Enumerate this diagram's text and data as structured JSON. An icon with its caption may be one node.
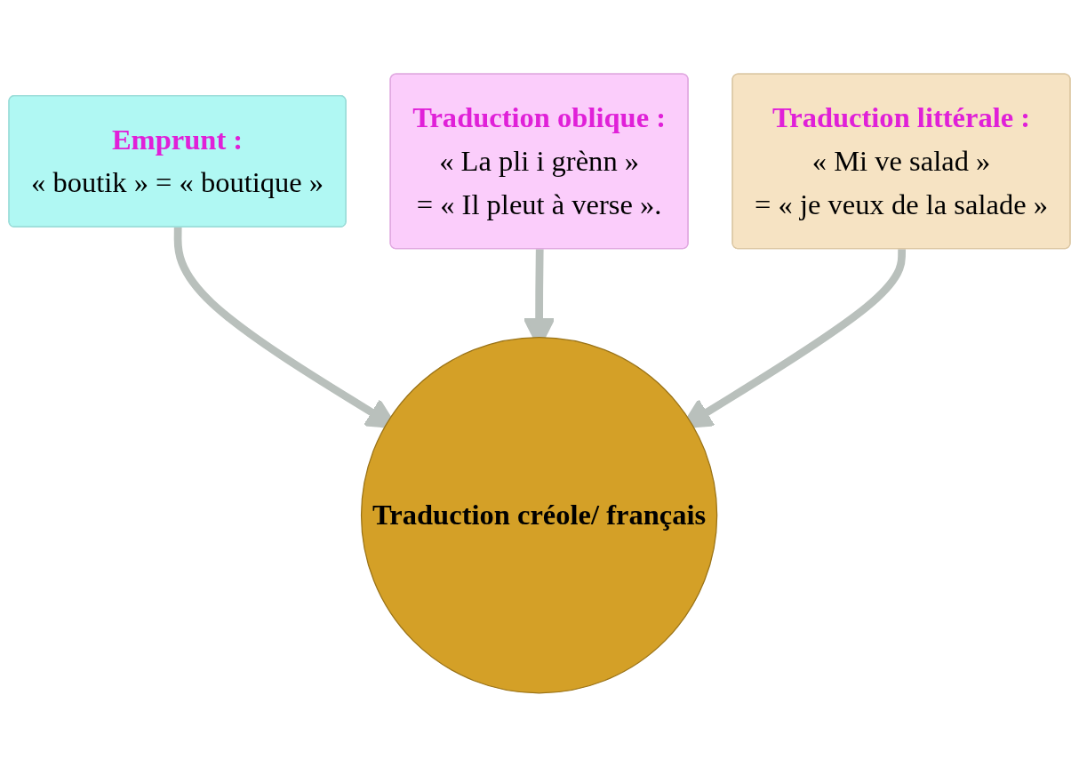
{
  "diagram": {
    "nodes": [
      {
        "text": [
          "Emprunt :",
          "« boutik » = « boutique »"
        ]
      },
      {
        "text": [
          "Traduction oblique :",
          "« La pli i grènn »",
          "= « Il pleut à verse »."
        ]
      },
      {
        "text": [
          "Traduction littérale :",
          "« Mi ve salad »",
          "= « je veux de la salade »"
        ]
      },
      {
        "text": [
          "Traduction créole/ français"
        ]
      }
    ],
    "edges": [
      {
        "from": 0,
        "to": 3,
        "arrow": "to"
      },
      {
        "from": 1,
        "to": 3,
        "arrow": "to"
      },
      {
        "from": 2,
        "to": 3,
        "arrow": "to"
      }
    ]
  }
}
